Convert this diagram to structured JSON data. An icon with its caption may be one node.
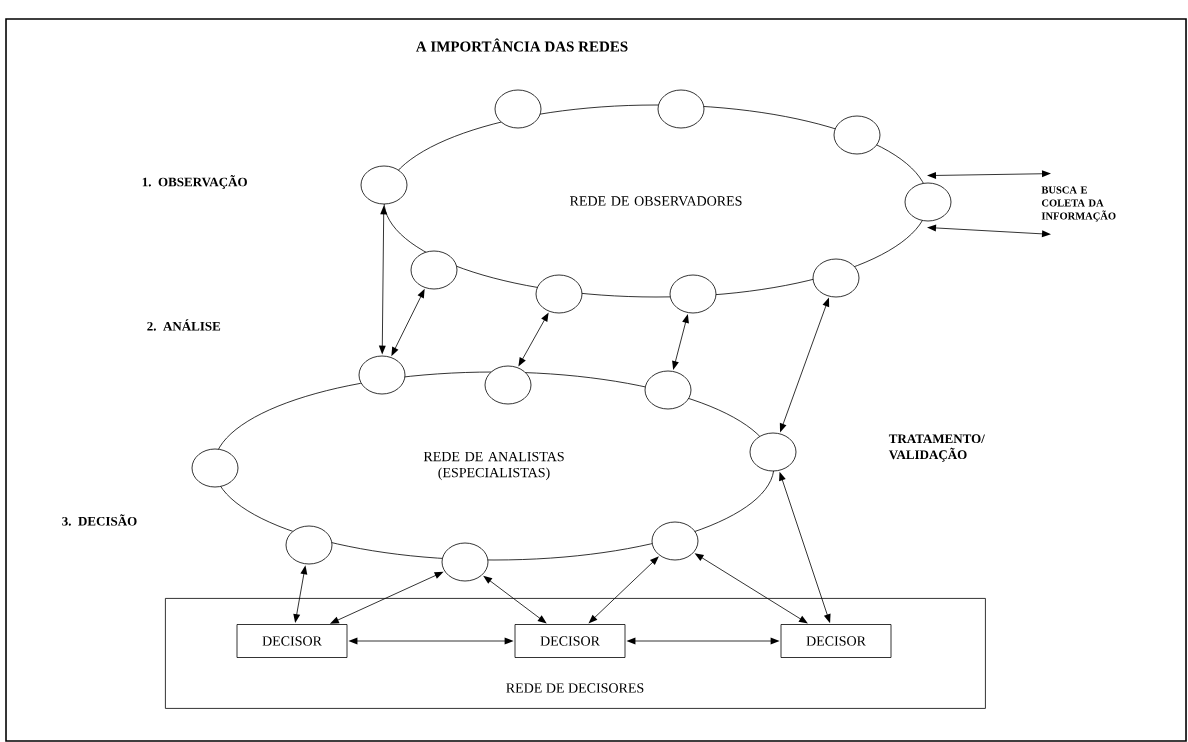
{
  "diagram": {
    "title": "A IMPORTÂNCIA DAS REDES",
    "nodes": [
      {
        "text": [
          "REDE DE OBSERVADORES"
        ]
      },
      {
        "text": [],
        "shape": "circle"
      },
      {
        "text": [],
        "shape": "circle"
      },
      {
        "text": [],
        "shape": "circle"
      },
      {
        "text": [],
        "shape": "circle"
      },
      {
        "text": [],
        "shape": "circle"
      },
      {
        "text": [],
        "shape": "circle"
      },
      {
        "text": [],
        "shape": "circle"
      },
      {
        "text": [],
        "shape": "circle"
      },
      {
        "text": [],
        "shape": "circle"
      },
      {
        "text": [
          "BUSCA E COLETA DA INFORMAÇÃO"
        ]
      },
      {
        "text": [
          "REDE DE ANALISTAS (ESPECIALISTAS)"
        ]
      },
      {
        "text": [],
        "shape": "circle"
      },
      {
        "text": [],
        "shape": "circle"
      },
      {
        "text": [],
        "shape": "circle"
      },
      {
        "text": [],
        "shape": "circle"
      },
      {
        "text": [],
        "shape": "circle"
      },
      {
        "text": [],
        "shape": "circle"
      },
      {
        "text": [],
        "shape": "circle"
      },
      {
        "text": [],
        "shape": "circle"
      },
      {
        "text": [
          "REDE DE DECISORES"
        ]
      },
      {
        "text": [
          "DECISOR"
        ],
        "in": 20
      },
      {
        "text": [
          "DECISOR"
        ],
        "in": 20
      },
      {
        "text": [
          "DECISOR"
        ],
        "in": 20
      }
    ],
    "edges": [
      {
        "from": 1,
        "to": 14,
        "arrow": "both"
      },
      {
        "from": 2,
        "to": 14,
        "arrow": "both"
      },
      {
        "from": 4,
        "to": 16,
        "arrow": "both"
      },
      {
        "from": 6,
        "to": 17,
        "arrow": "both"
      },
      {
        "from": 7,
        "to": 19,
        "arrow": "both"
      },
      {
        "from": 9,
        "to": 10,
        "arrow": "both"
      },
      {
        "from": 9,
        "to": 10,
        "arrow": "both"
      },
      {
        "from": 19,
        "to": 23,
        "arrow": "both"
      },
      {
        "from": 18,
        "to": 23,
        "arrow": "both"
      },
      {
        "from": 18,
        "to": 22,
        "arrow": "both"
      },
      {
        "from": 15,
        "to": 22,
        "arrow": "both"
      },
      {
        "from": 15,
        "to": 21,
        "arrow": "both"
      },
      {
        "from": 13,
        "to": 21,
        "arrow": "both"
      },
      {
        "from": 21,
        "to": 22,
        "arrow": "both"
      },
      {
        "from": 22,
        "to": 23,
        "arrow": "both"
      }
    ],
    "labels": [
      "1. OBSERVAÇÃO",
      "2. ANÁLISE",
      "TRATAMENTO/ VALIDAÇÃO",
      "3. DECISÃO"
    ]
  }
}
